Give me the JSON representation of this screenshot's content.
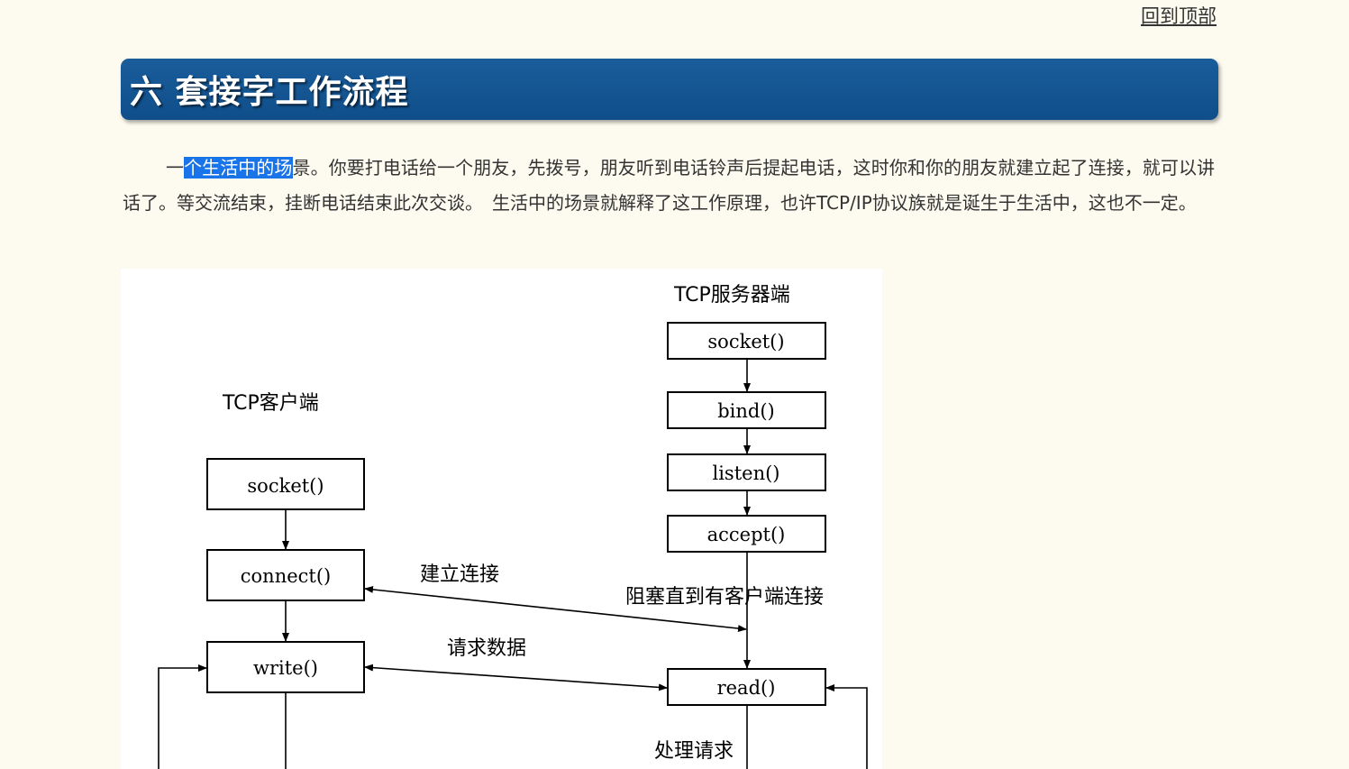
{
  "nav": {
    "back_to_top": "回到顶部"
  },
  "section": {
    "title": "六 套接字工作流程",
    "paragraph_lead": "一",
    "paragraph_selected": "个生活中的场",
    "paragraph_rest": "景。你要打电话给一个朋友，先拨号，朋友听到电话铃声后提起电话，这时你和你的朋友就建立起了连接，就可以讲话了。等交流结束，挂断电话结束此次交谈。　生活中的场景就解释了这工作原理，也许TCP/IP协议族就是诞生于生活中，这也不一定。"
  },
  "diagram": {
    "server_title": "TCP服务器端",
    "client_title": "TCP客户端",
    "server": {
      "socket": "socket()",
      "bind": "bind()",
      "listen": "listen()",
      "accept": "accept()",
      "read": "read()"
    },
    "client": {
      "socket": "socket()",
      "connect": "connect()",
      "write": "write()"
    },
    "labels": {
      "establish": "建立连接",
      "block": "阻塞直到有客户端连接",
      "request": "请求数据",
      "process": "处理请求"
    }
  },
  "colors": {
    "page_bg": "#fdfbef",
    "header_bg": "#145690",
    "selection": "#1874e8"
  }
}
